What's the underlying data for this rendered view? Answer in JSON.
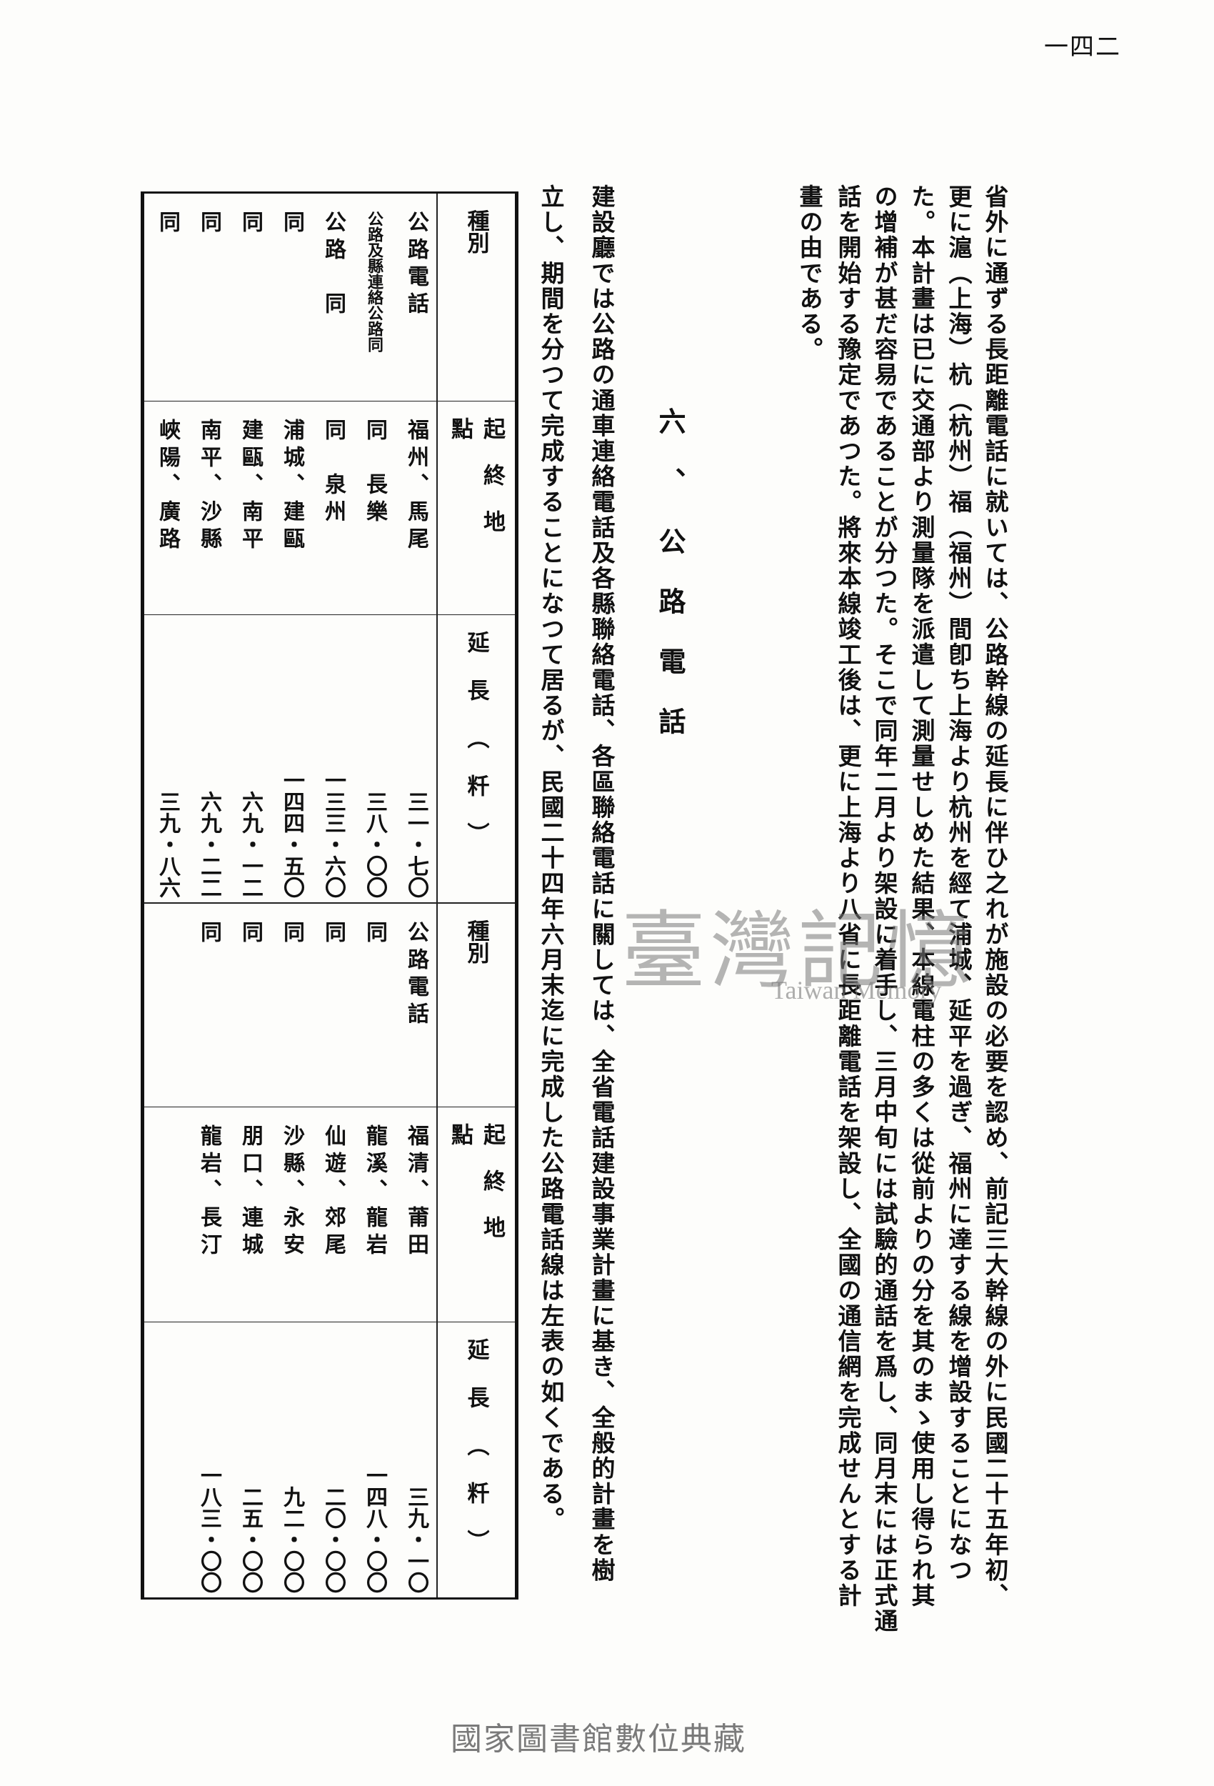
{
  "page_number": "一四二",
  "body_lines": [
    "省外に通ずる長距離電話に就いては、公路幹線の延長に伴ひ之れが施設の必要を認め、前記三大幹線の外に民國二十五年初、",
    "更に滬（上海）杭（杭州）福（福州）間卽ち上海より杭州を經て浦城、延平を過ぎ、福州に達する線を增設することになつ",
    "た。本計畫は已に交通部より測量隊を派遣して測量せしめた結果、本線電柱の多くは從前よりの分を其のまゝ使用し得られ其",
    "の增補が甚だ容易であることが分つた。そこで同年二月より架設に着手し、三月中旬には試驗的通話を爲し、同月末には正式通",
    "話を開始する豫定であつた。將來本線竣工後は、更に上海より八省に長距離電話を架設し、全國の通信網を完成せんとする計",
    "畫の由である。"
  ],
  "section_heading": "六、公路電話",
  "section_lines": [
    "建設廳では公路の通車連絡電話及各縣聯絡電話、各區聯絡電話に關しては、全省電話建設事業計畫に基き、全般的計畫を樹",
    "立し、期間を分つて完成することになつて居るが、民國二十四年六月末迄に完成した公路電話線は左表の如くである。"
  ],
  "table": {
    "headers": {
      "kind": "種別",
      "endpoints": "起終地點",
      "length": "延長（粁）"
    },
    "upper_rows": [
      {
        "kind": "公路電話",
        "endpoints": "福州、馬尾",
        "length": "三一・七〇"
      },
      {
        "kind": "公路及縣連絡公路同",
        "endpoints": "同　長樂",
        "length": "三八・〇〇"
      },
      {
        "kind": "公路　同",
        "endpoints": "同　泉州",
        "length": "一三三・六〇"
      },
      {
        "kind": "同",
        "endpoints": "浦城、建甌",
        "length": "一四四・五〇"
      },
      {
        "kind": "同",
        "endpoints": "建甌、南平",
        "length": "六九・一二"
      },
      {
        "kind": "同",
        "endpoints": "南平、沙縣",
        "length": "六九・二二"
      },
      {
        "kind": "同",
        "endpoints": "峽陽、廣路",
        "length": "三九・八六"
      }
    ],
    "lower_rows": [
      {
        "kind": "公路電話",
        "endpoints": "福清、莆田",
        "length": "三九・一〇"
      },
      {
        "kind": "同",
        "endpoints": "龍溪、龍岩",
        "length": "一四八・〇〇"
      },
      {
        "kind": "同",
        "endpoints": "仙遊、郊尾",
        "length": "二〇・〇〇"
      },
      {
        "kind": "同",
        "endpoints": "沙縣、永安",
        "length": "九二・〇〇"
      },
      {
        "kind": "同",
        "endpoints": "朋口、連城",
        "length": "二五・〇〇"
      },
      {
        "kind": "同",
        "endpoints": "龍岩、長汀",
        "length": "一八三・〇〇"
      }
    ]
  },
  "watermark": {
    "title": "臺灣記憶",
    "subtitle": "Taiwan Memory"
  },
  "footer": "國家圖書館數位典藏"
}
